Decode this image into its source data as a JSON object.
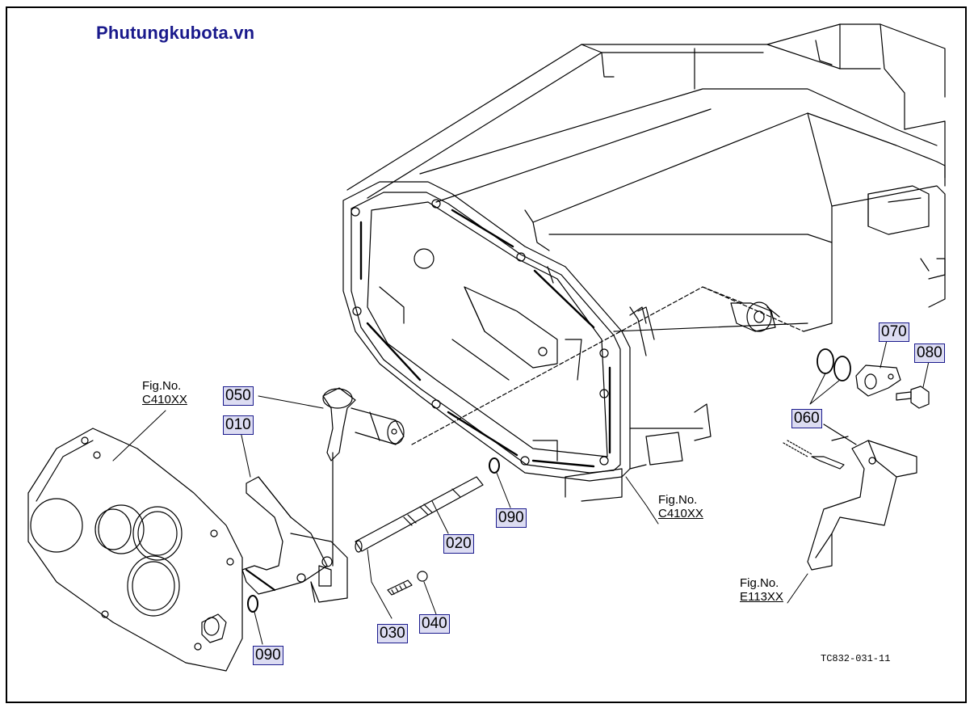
{
  "watermark": "Phutungkubota.vn",
  "drawing_number": "TC832-031-11",
  "callouts": {
    "p010": "010",
    "p020": "020",
    "p030": "030",
    "p040": "040",
    "p050": "050",
    "p060": "060",
    "p070": "070",
    "p080": "080",
    "p090a": "090",
    "p090b": "090"
  },
  "fig_refs": {
    "left": {
      "label": "Fig.No.",
      "number": "C410XX"
    },
    "center": {
      "label": "Fig.No.",
      "number": "C410XX"
    },
    "right": {
      "label": "Fig.No.",
      "number": "E113XX"
    }
  }
}
